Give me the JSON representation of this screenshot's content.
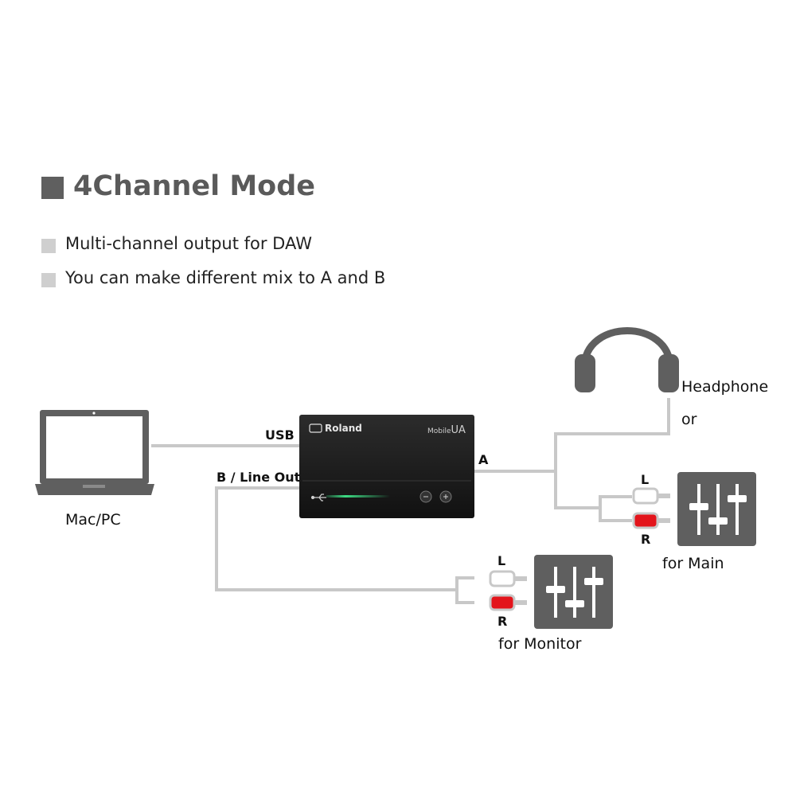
{
  "heading": {
    "title": "4Channel Mode"
  },
  "bullets": [
    {
      "text": "Multi-channel output for DAW"
    },
    {
      "text": "You can make different mix to A and B"
    }
  ],
  "labels": {
    "computer": "Mac/PC",
    "usb": "USB",
    "b_line_out": "B / Line Out",
    "a": "A",
    "headphone": "Headphone",
    "or": "or",
    "main_l": "L",
    "main_r": "R",
    "for_main": "for Main",
    "monitor_l": "L",
    "monitor_r": "R",
    "for_monitor": "for Monitor"
  },
  "device": {
    "brand": "Roland",
    "model_prefix": "Mobile",
    "model_suffix": "UA"
  },
  "icons": {
    "computer": "laptop-icon",
    "headphone": "headphones-icon",
    "mixer": "mixer-faders-icon",
    "rca": "rca-plug-icon",
    "usb": "usb-symbol-icon"
  },
  "colors": {
    "cable": "#c8c8c8",
    "icon_dark": "#5f5f5f",
    "rca_red": "#e3141b",
    "led_green": "#3ddc84"
  }
}
